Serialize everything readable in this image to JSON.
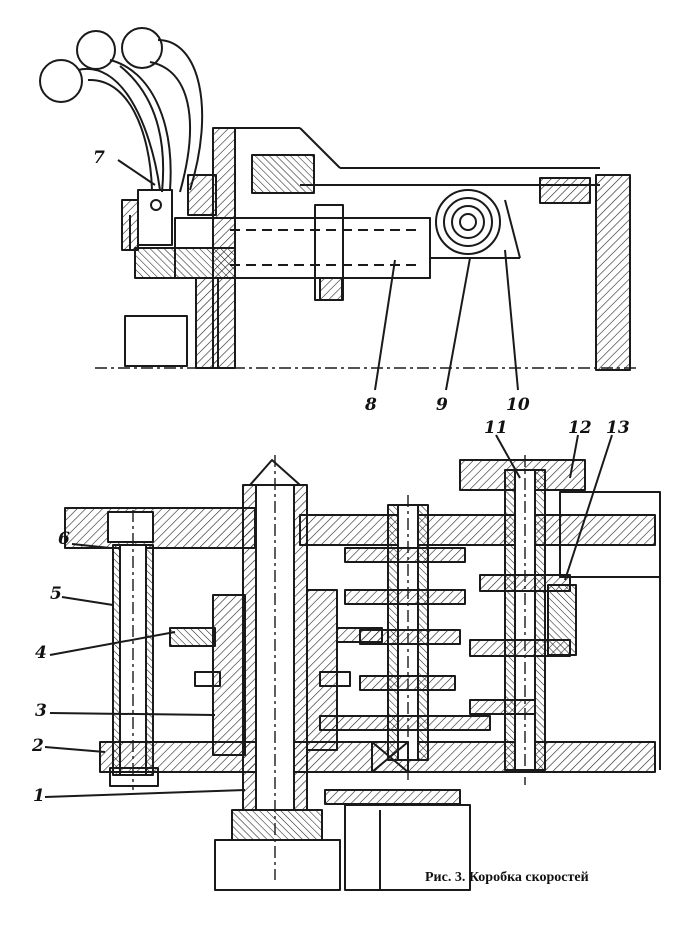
{
  "drawing": {
    "caption": "Рис. 3. Коробка скоростей",
    "labels": {
      "l1": "1",
      "l2": "2",
      "l3": "3",
      "l4": "4",
      "l5": "5",
      "l6": "6",
      "l7": "7",
      "l8": "8",
      "l9": "9",
      "l10": "10",
      "l11": "11",
      "l12": "12",
      "l13": "13"
    }
  },
  "colors": {
    "ink": "#1a1a1a",
    "paper": "#ffffff"
  }
}
